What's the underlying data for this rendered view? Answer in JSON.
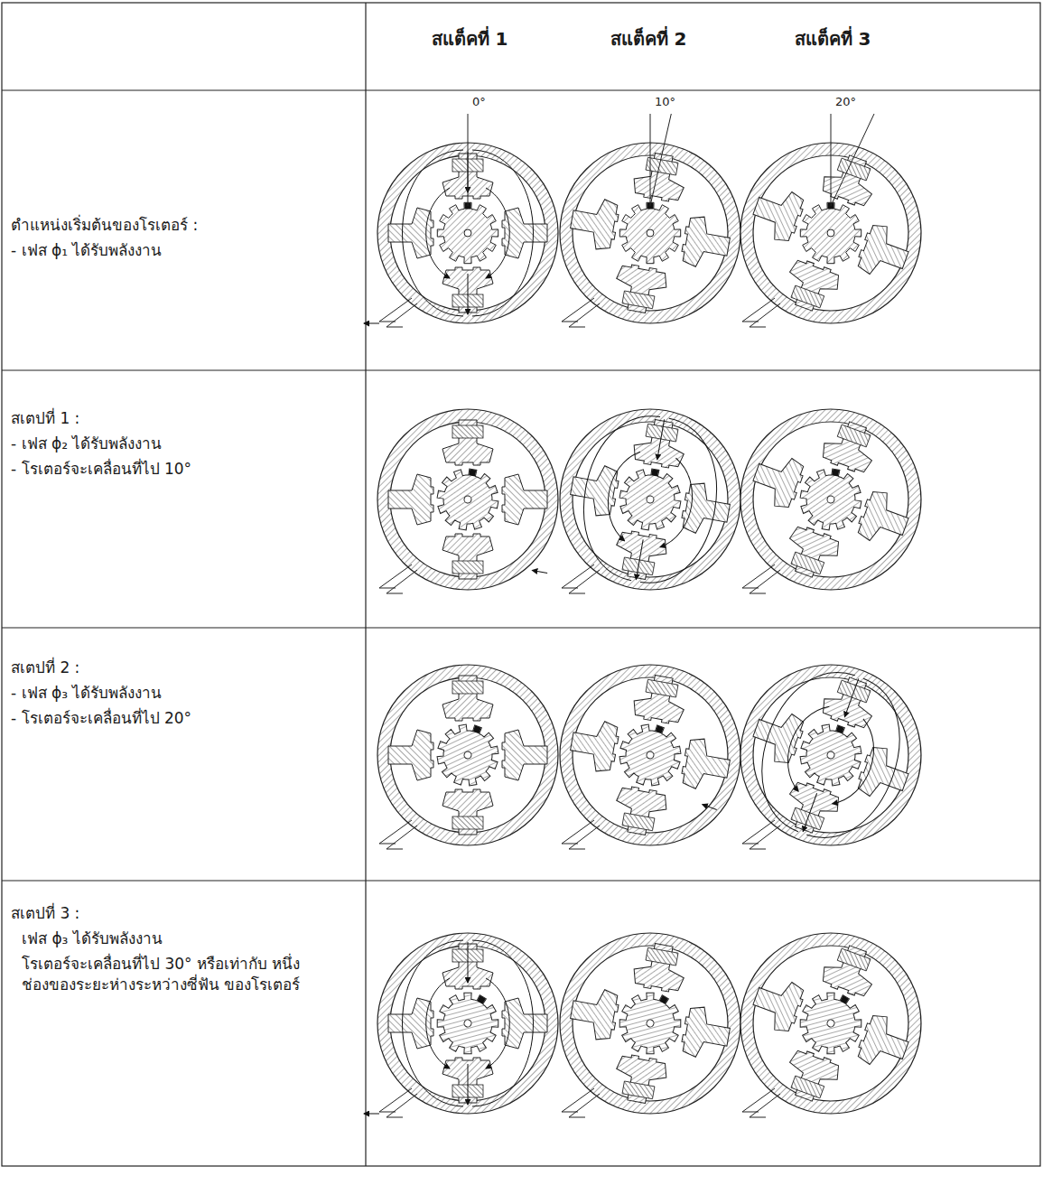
{
  "diagram": {
    "labels": [
      "สแต็คที่ 1",
      "สแต็คที่ 2",
      "สแต็คที่ 3",
      "0°",
      "10°",
      "20°",
      "ตำแหน่งเริ่มต้นของโรเตอร์ :",
      "- เฟส ϕ₁ ได้รับพลังงาน",
      "สเตปที่ 1 :",
      "- เฟส ϕ₂ ได้รับพลังงาน",
      "- โรเตอร์จะเคลื่อนที่ไป 10°",
      "สเตปที่ 2 :",
      "- เฟส ϕ₃ ได้รับพลังงาน",
      "- โรเตอร์จะเคลื่อนที่ไป 20°",
      "สเตปที่ 3 :",
      "เฟส ϕ₃ ได้รับพลังงาน",
      "โรเตอร์จะเคลื่อนที่ไป 30° หรือเท่ากับ หนึ่งช่องของระยะห่างระหว่างซี่ฟัน ของโรเตอร์"
    ]
  }
}
